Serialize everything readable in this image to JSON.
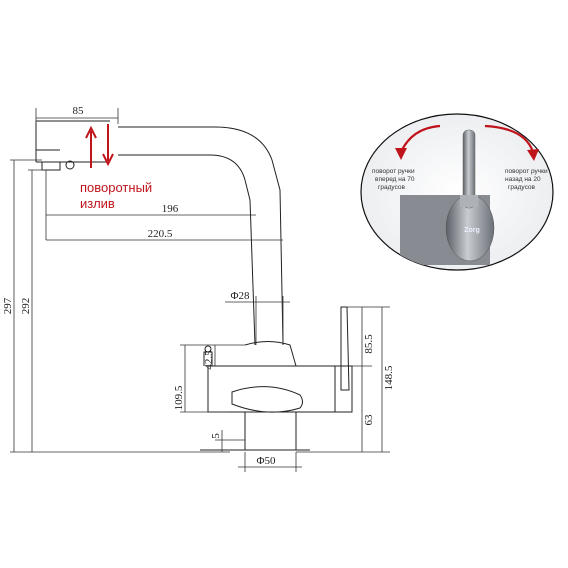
{
  "dimensions": {
    "d85": "85",
    "d196": "196",
    "d220_5": "220.5",
    "d297": "297",
    "d292": "292",
    "d28": "Φ28",
    "d42_5": "42.5",
    "d109_5": "109.5",
    "d5": "5",
    "d50": "Φ50",
    "d85_5": "85.5",
    "d148_5": "148.5",
    "d63": "63"
  },
  "spout_label": {
    "line1": "поворотный",
    "line2": "излив"
  },
  "inset": {
    "forward_line1": "поворот ручки",
    "forward_line2": "вперед на 70",
    "forward_line3": "градусов",
    "back_line1": "поворот ручки",
    "back_line2": "назад на 20",
    "back_line3": "градусов",
    "logo": "Zorg"
  },
  "colors": {
    "accent_red": "#c0141c",
    "line": "#222222",
    "steel": "#8a8f96"
  }
}
